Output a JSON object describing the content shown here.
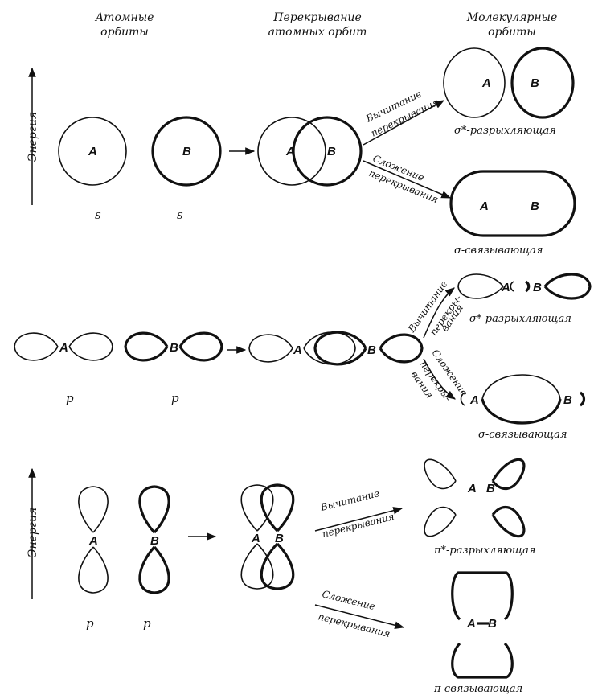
{
  "headers": {
    "atomic": [
      "Атомные",
      "орбиты"
    ],
    "overlap": [
      "Перекрывание",
      "атомных орбит"
    ],
    "molecular": [
      "Молекулярные",
      "орбиты"
    ]
  },
  "energy_label": "Энергия",
  "atoms": {
    "a": "A",
    "b": "B"
  },
  "orbital_labels": {
    "s": "s",
    "p": "p"
  },
  "arrows": {
    "subtract": [
      "Вычитание",
      "перекрывания"
    ],
    "add": [
      "Сложение",
      "перекрывания"
    ],
    "subtract_split": [
      "Вычитание",
      "перекры-",
      "вания"
    ],
    "add_split": [
      "Сложение",
      "перекры-",
      "вания"
    ]
  },
  "captions": {
    "sigma_anti_s": "σ*-разрыхляющая",
    "sigma_bond_s": "σ-связывающая",
    "sigma_anti_p": "σ*-разрыхляющая",
    "sigma_bond_p": "σ-связывающая",
    "pi_anti": "π*-разрыхляющая",
    "pi_bond": "π-связывающая"
  }
}
